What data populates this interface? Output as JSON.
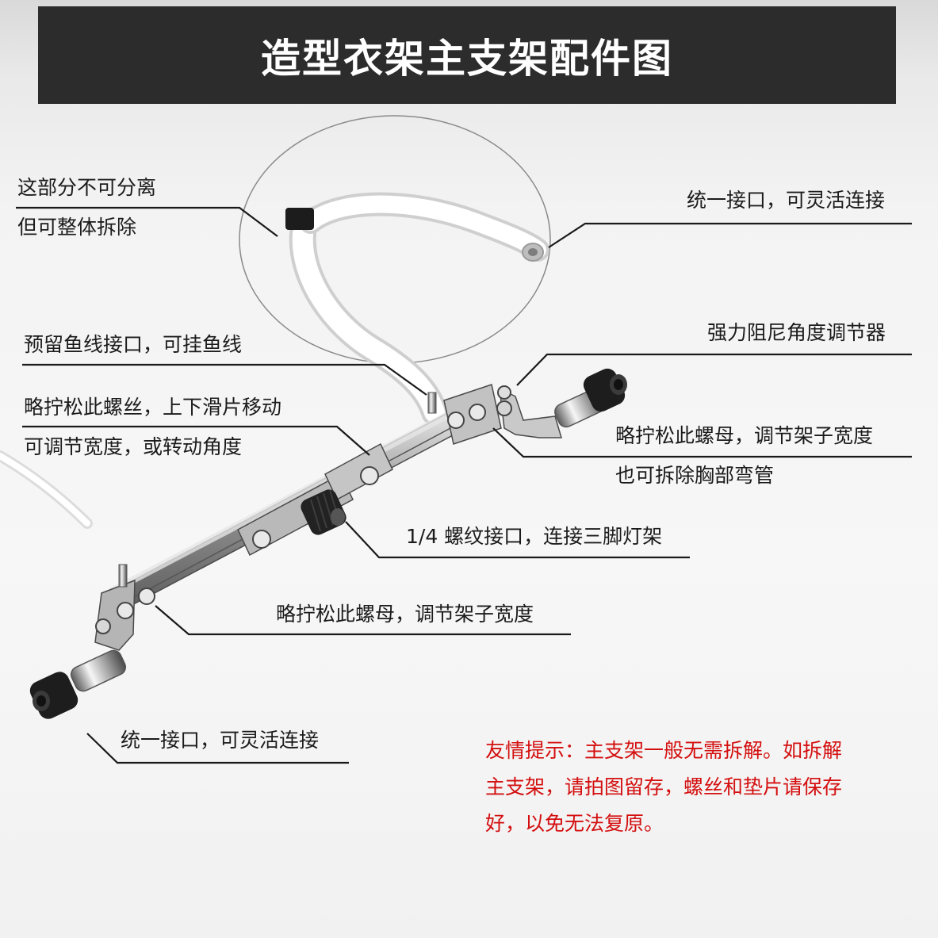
{
  "title": "造型衣架主支架配件图",
  "labels": {
    "inseparable_1": "这部分不可分离",
    "inseparable_2": "但可整体拆除",
    "unified_top": "统一接口，可灵活连接",
    "fishing_line": "预留鱼线接口，可挂鱼线",
    "damper": "强力阻尼角度调节器",
    "screw_1": "略拧松此螺丝，上下滑片移动",
    "screw_2": "可调节宽度，或转动角度",
    "nut_right_1": "略拧松此螺母，调节架子宽度",
    "nut_right_2": "也可拆除胸部弯管",
    "thread": "1/4 螺纹接口，连接三脚灯架",
    "nut_bottom": "略拧松此螺母，调节架子宽度",
    "unified_bottom": "统一接口，可灵活连接"
  },
  "tip": {
    "line1": "友情提示：主支架一般无需拆解。如拆解",
    "line2": "主支架，请拍图留存，螺丝和垫片请保存",
    "line3": "好，以免无法复原。"
  },
  "colors": {
    "title_bg": "#2c2c2c",
    "tip_text": "#d40f0f"
  }
}
